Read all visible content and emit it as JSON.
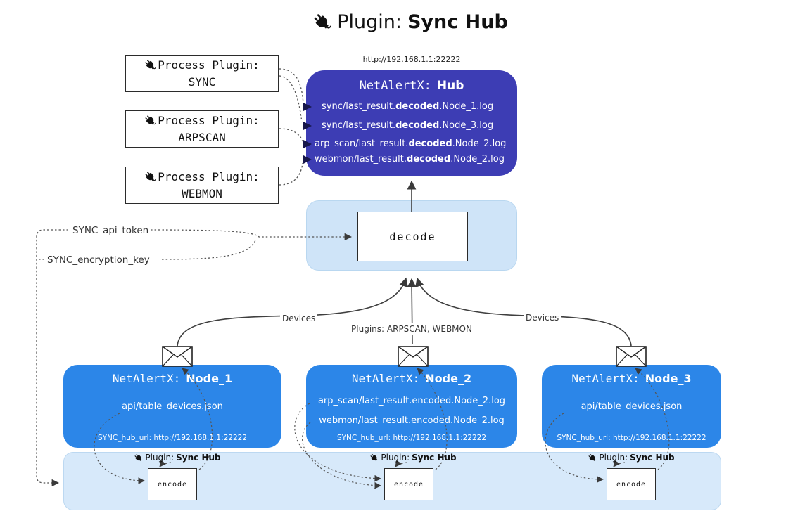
{
  "colors": {
    "hub_bg": "#3d3db4",
    "node_bg": "#2c86e8",
    "decode_panel_bg": "#cfe4f8",
    "band_bg": "#d7e9fa",
    "line": "#3f3f3f"
  },
  "title": {
    "prefix": "Plugin:",
    "name": "Sync Hub"
  },
  "hub": {
    "url": "http://192.168.1.1:22222",
    "name_prefix": "NetAlertX:",
    "name": "Hub",
    "logs": [
      {
        "pre": "sync/last_result.",
        "bold": "decoded",
        "post": ".Node_1.log"
      },
      {
        "pre": "sync/last_result.",
        "bold": "decoded",
        "post": ".Node_3.log"
      },
      {
        "pre": "arp_scan/last_result.",
        "bold": "decoded",
        "post": ".Node_2.log"
      },
      {
        "pre": "webmon/last_result.",
        "bold": "decoded",
        "post": ".Node_2.log"
      }
    ]
  },
  "process_plugins": [
    {
      "label": "Process Plugin:",
      "name": "SYNC"
    },
    {
      "label": "Process Plugin:",
      "name": "ARPSCAN"
    },
    {
      "label": "Process Plugin:",
      "name": "WEBMON"
    }
  ],
  "decode": {
    "label": "decode"
  },
  "settings": {
    "api_token": "SYNC_api_token",
    "encryption_key": "SYNC_encryption_key"
  },
  "edge_labels": {
    "left": "Devices",
    "center": "Plugins: ARPSCAN, WEBMON",
    "right": "Devices"
  },
  "nodes": [
    {
      "name_prefix": "NetAlertX:",
      "name": "Node_1",
      "files": [
        "api/table_devices.json"
      ],
      "hub_url": "SYNC_hub_url: http://192.168.1.1:22222"
    },
    {
      "name_prefix": "NetAlertX:",
      "name": "Node_2",
      "files": [
        "arp_scan/last_result.encoded.Node_2.log",
        "webmon/last_result.encoded.Node_2.log"
      ],
      "hub_url": "SYNC_hub_url: http://192.168.1.1:22222"
    },
    {
      "name_prefix": "NetAlertX:",
      "name": "Node_3",
      "files": [
        "api/table_devices.json"
      ],
      "hub_url": "SYNC_hub_url: http://192.168.1.1:22222"
    }
  ],
  "encoders": {
    "label": "encode",
    "plugin_prefix": "Plugin:",
    "plugin_name": "Sync Hub"
  }
}
